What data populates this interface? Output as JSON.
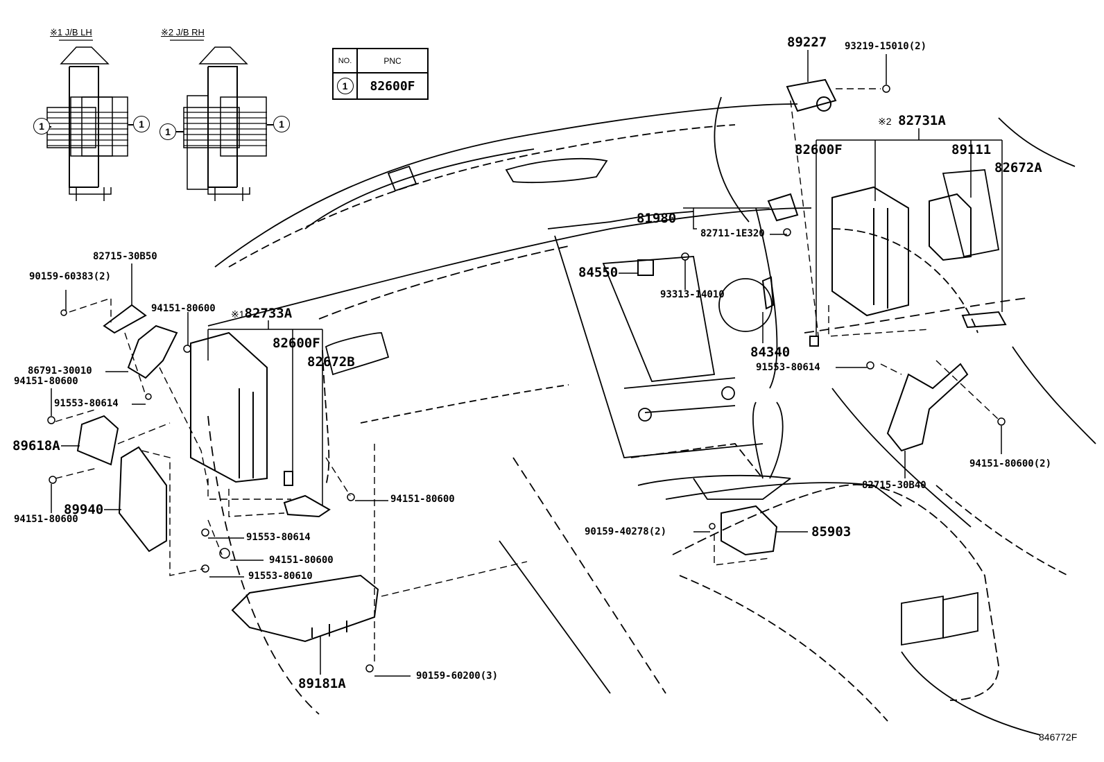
{
  "inset": {
    "jb_lh": {
      "mark": "※1",
      "title": "J/B LH",
      "callout": "1"
    },
    "jb_rh": {
      "mark": "※2",
      "title": "J/B RH",
      "callout": "1"
    }
  },
  "legend_table": {
    "headers": [
      "NO.",
      "PNC"
    ],
    "rows": [
      {
        "no": "1",
        "pnc": "82600F"
      }
    ]
  },
  "parts": {
    "p89227": "89227",
    "p93219": "93219-15010(2)",
    "p82731A_mark": "※2",
    "p82731A": "82731A",
    "p82600F_r": "82600F",
    "p89111": "89111",
    "p82672A": "82672A",
    "p81980": "81980",
    "p82711": "82711-1E320",
    "p84550": "84550",
    "p93313": "93313-14010",
    "p84340": "84340",
    "p91553_r": "91553-80614",
    "p94151_r2": "94151-80600(2)",
    "p82715_30B40": "82715-30B40",
    "p90159_40278": "90159-40278(2)",
    "p85903": "85903",
    "p82715_30B50": "82715-30B50",
    "p90159_60383": "90159-60383(2)",
    "p94151_a": "94151-80600",
    "p82733A_mark": "※1",
    "p82733A": "82733A",
    "p82600F_l": "82600F",
    "p82672B": "82672B",
    "p86791": "86791-30010",
    "p94151_b": "94151-80600",
    "p91553_a": "91553-80614",
    "p89618A": "89618A",
    "p89940": "89940",
    "p94151_c": "94151-80600",
    "p94151_d": "94151-80600",
    "p91553_b": "91553-80614",
    "p94151_e": "94151-80600",
    "p91553_80610": "91553-80610",
    "p89181A": "89181A",
    "p90159_60200": "90159-60200(3)"
  },
  "drawing_code": "846772F"
}
